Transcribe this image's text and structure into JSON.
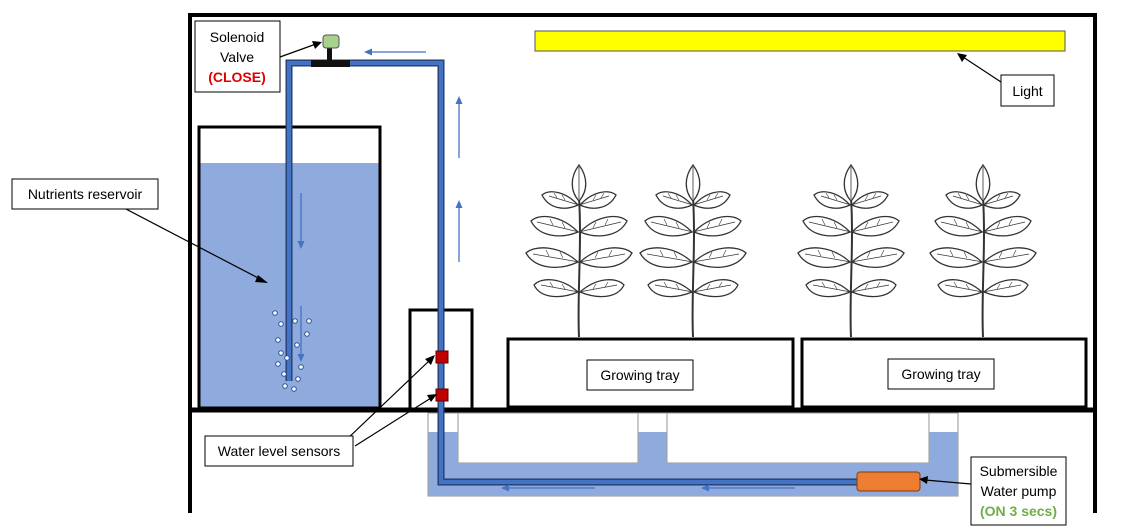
{
  "labels": {
    "solenoid_line1": "Solenoid",
    "solenoid_line2": "Valve",
    "solenoid_state": "(CLOSE)",
    "light": "Light",
    "nutrients_reservoir": "Nutrients reservoir",
    "water_level_sensors": "Water level sensors",
    "growing_tray_1": "Growing tray",
    "growing_tray_2": "Growing tray",
    "pump_line1": "Submersible",
    "pump_line2": "Water pump",
    "pump_state": "(ON 3 secs)"
  },
  "colors": {
    "water": "#8faadc",
    "pipe": "#4472c4",
    "light": "#ffff00",
    "pump": "#ed7d31",
    "sensor": "#c00000",
    "valve": "#a9d18e",
    "close_state": "#e00000",
    "on_state": "#70ad47"
  },
  "icons": [
    "solenoid-valve-icon",
    "water-level-sensor-icon",
    "water-pump-icon",
    "plant-icon",
    "bubbles-icon",
    "flow-arrow-icon"
  ]
}
